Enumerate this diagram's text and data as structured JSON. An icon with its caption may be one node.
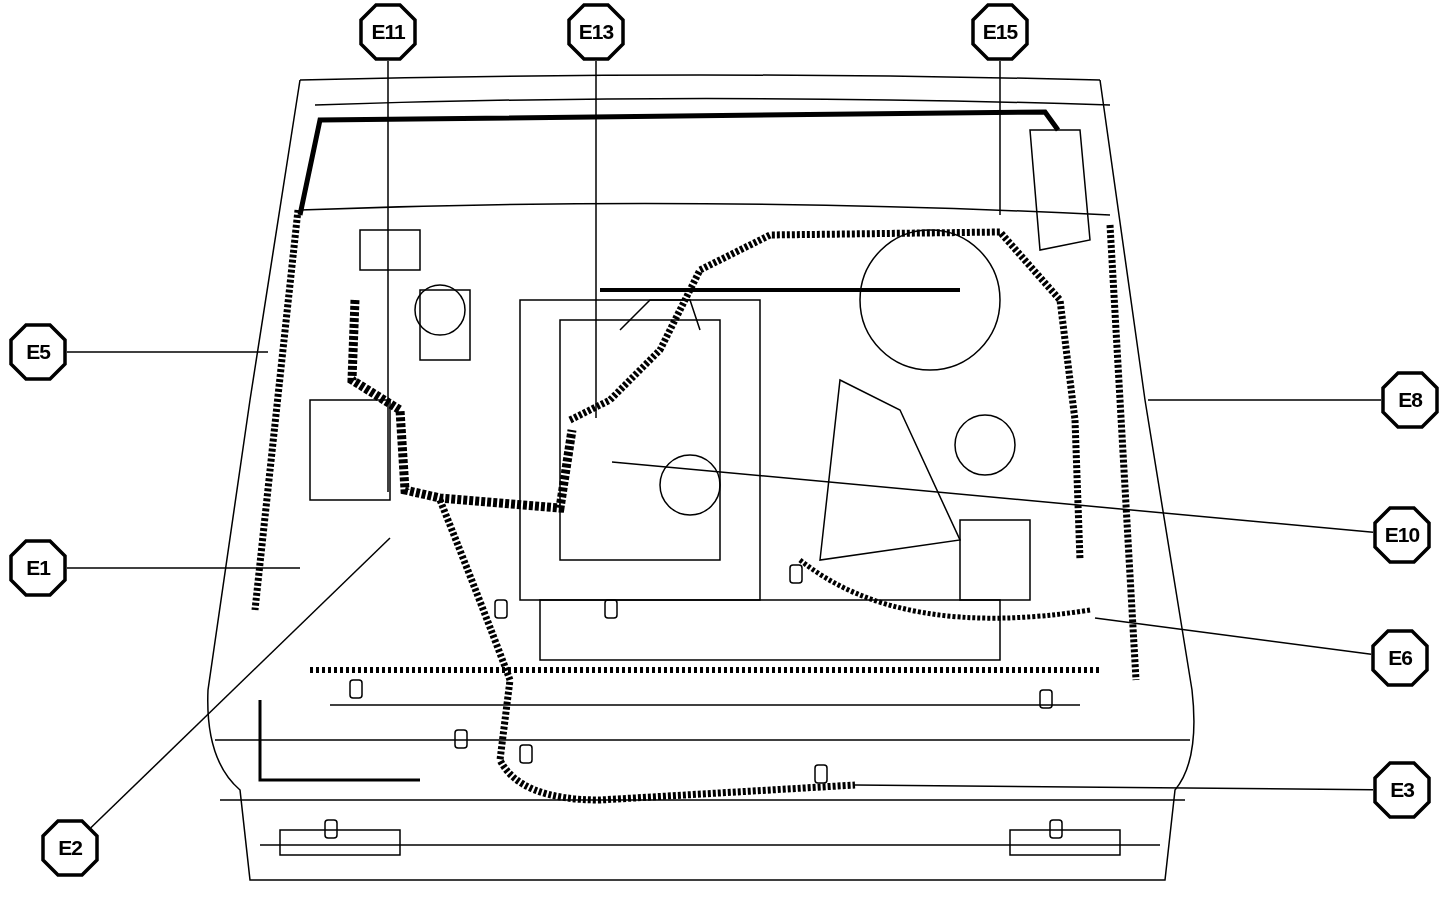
{
  "diagram": {
    "nodes": [
      {
        "text": [
          "E11"
        ]
      },
      {
        "text": [
          "E13"
        ]
      },
      {
        "text": [
          "E15"
        ]
      },
      {
        "text": [
          "E5"
        ]
      },
      {
        "text": [
          "E8"
        ]
      },
      {
        "text": [
          "E10"
        ]
      },
      {
        "text": [
          "E1"
        ]
      },
      {
        "text": [
          "E6"
        ]
      },
      {
        "text": [
          "E3"
        ]
      },
      {
        "text": [
          "E2"
        ]
      }
    ],
    "edges": [
      {
        "from": 0,
        "to": null,
        "arrow": "none"
      },
      {
        "from": 1,
        "to": null,
        "arrow": "none"
      },
      {
        "from": 2,
        "to": null,
        "arrow": "none"
      },
      {
        "from": 3,
        "to": null,
        "arrow": "none"
      },
      {
        "from": 4,
        "to": null,
        "arrow": "none"
      },
      {
        "from": 5,
        "to": null,
        "arrow": "none"
      },
      {
        "from": 6,
        "to": null,
        "arrow": "none"
      },
      {
        "from": 7,
        "to": null,
        "arrow": "none"
      },
      {
        "from": 8,
        "to": null,
        "arrow": "none"
      },
      {
        "from": 9,
        "to": null,
        "arrow": "none"
      }
    ]
  }
}
